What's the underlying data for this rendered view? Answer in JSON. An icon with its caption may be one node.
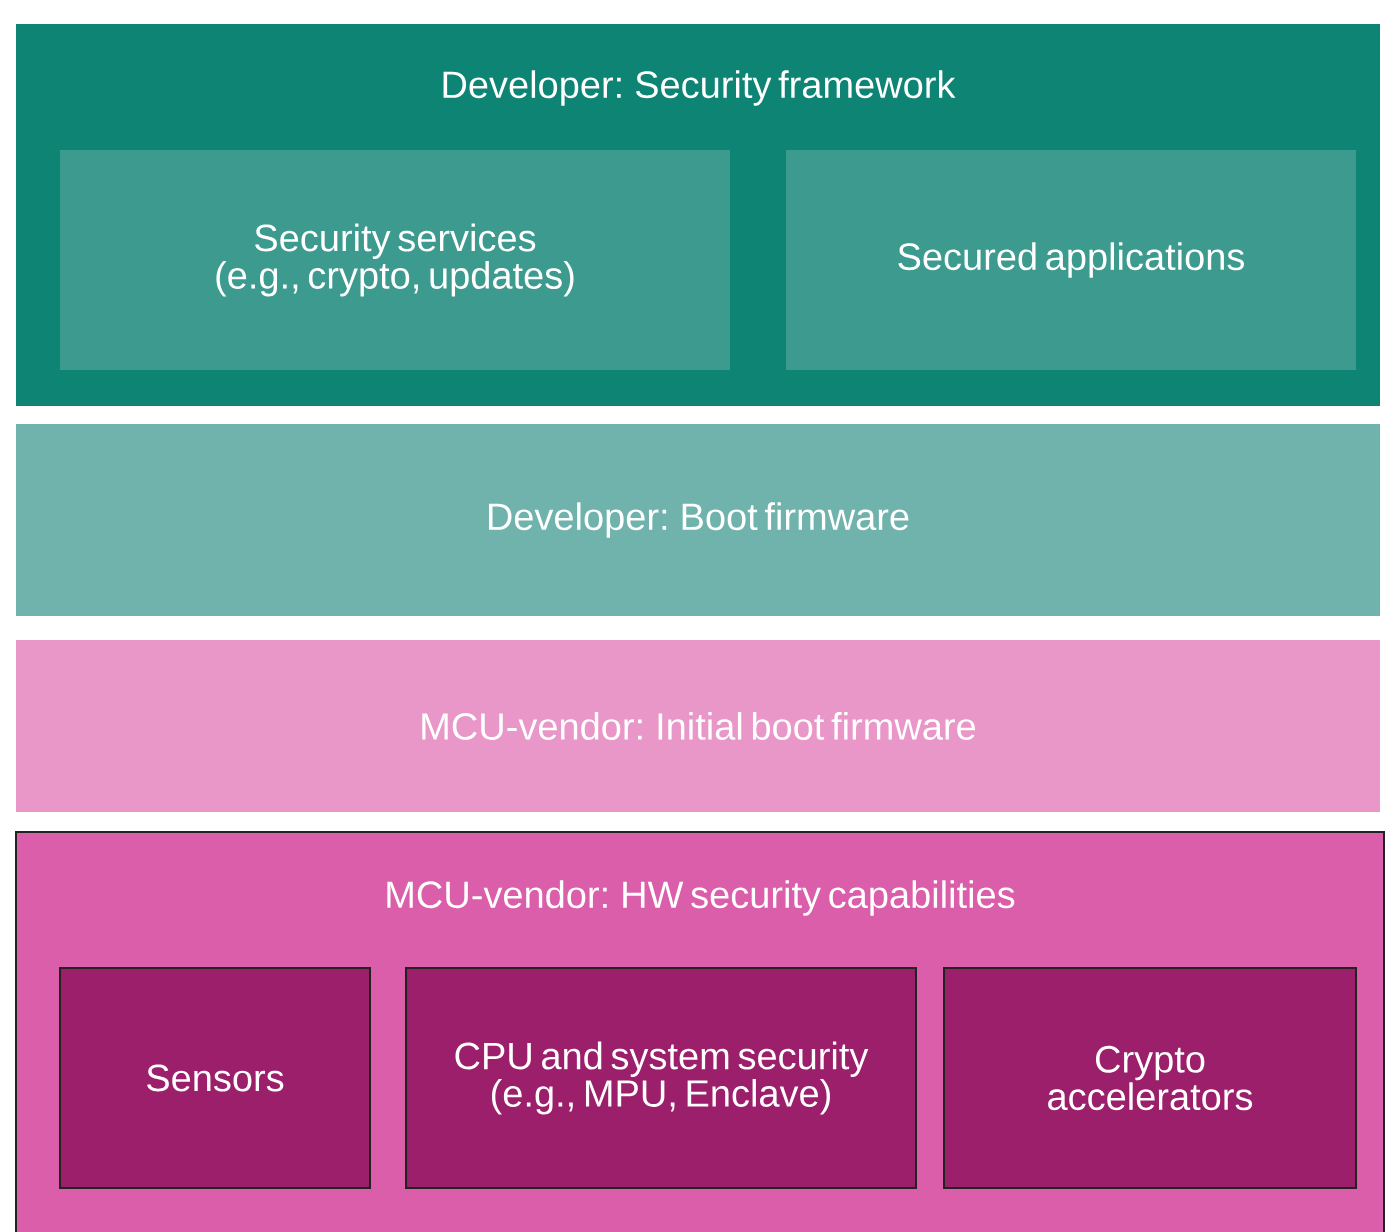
{
  "diagram": {
    "nodes": [
      {
        "text": [
          "Developer: Security framework"
        ]
      },
      {
        "text": [
          "Security services (e.g., crypto, updates)"
        ],
        "in": 0
      },
      {
        "text": [
          "Secured applications"
        ],
        "in": 0
      },
      {
        "text": [
          "Developer: Boot firmware"
        ]
      },
      {
        "text": [
          "MCU-vendor: Initial boot firmware"
        ]
      },
      {
        "text": [
          "MCU-vendor: HW security capabilities"
        ]
      },
      {
        "text": [
          "Sensors"
        ],
        "in": 5
      },
      {
        "text": [
          "CPU and system security (e.g., MPU, Enclave)"
        ],
        "in": 5
      },
      {
        "text": [
          "Crypto accelerators"
        ],
        "in": 5
      }
    ]
  }
}
